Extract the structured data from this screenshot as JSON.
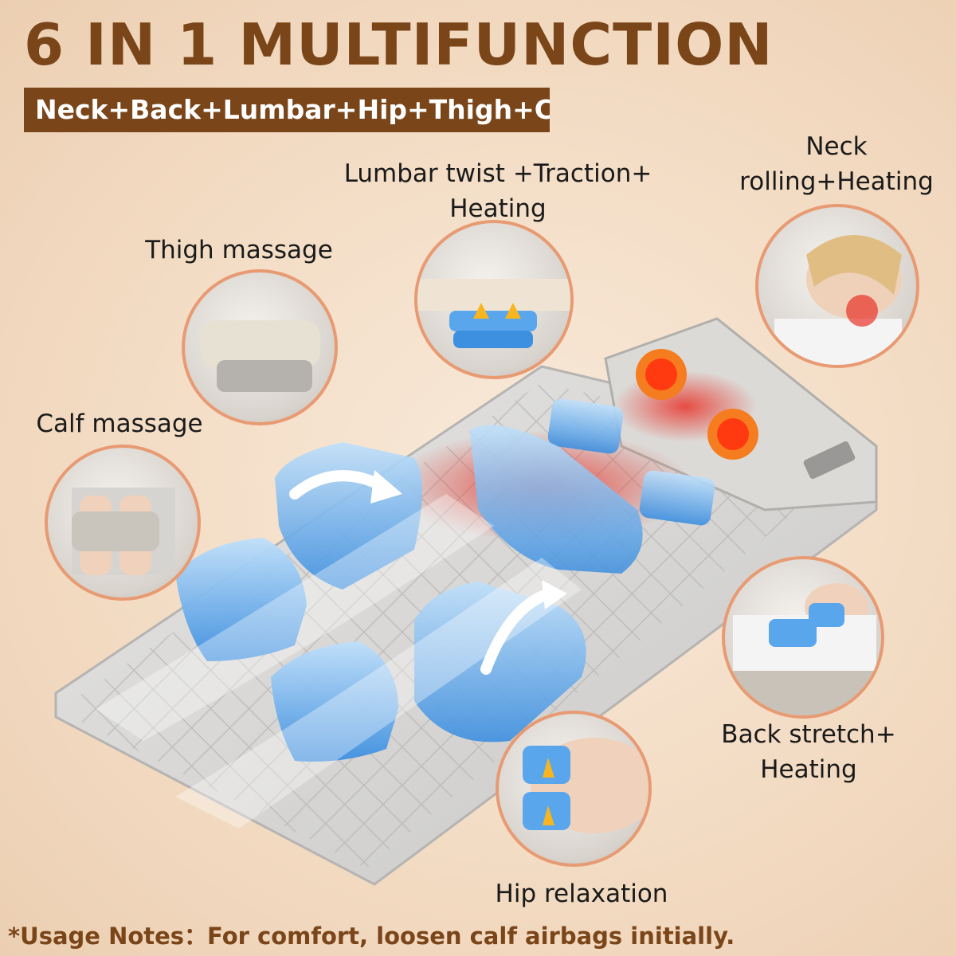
{
  "header": {
    "title": "6 IN 1 MULTIFUNCTION",
    "subtitle": "Neck+Back+Lumbar+Hip+Thigh+Calf"
  },
  "features": {
    "lumbar": {
      "line1": "Lumbar twist +Traction+",
      "line2": "Heating"
    },
    "neck": {
      "line1": "Neck",
      "line2": "rolling+Heating"
    },
    "thigh": {
      "line1": "Thigh massage"
    },
    "calf": {
      "line1": "Calf massage"
    },
    "back": {
      "line1": "Back stretch+",
      "line2": "Heating"
    },
    "hip": {
      "line1": "Hip relaxation"
    }
  },
  "note": "*Usage Notes：For comfort, loosen calf airbags initially.",
  "colors": {
    "brand_brown": "#7a4519",
    "circle_border": "#e89a72",
    "airbag_blue": "#5aa6ec",
    "heat_red": "#e8332a",
    "mat_gray": "#d5d4d2"
  },
  "icons": [
    "airbag-icon",
    "heat-roller-icon",
    "arrow-icon"
  ]
}
